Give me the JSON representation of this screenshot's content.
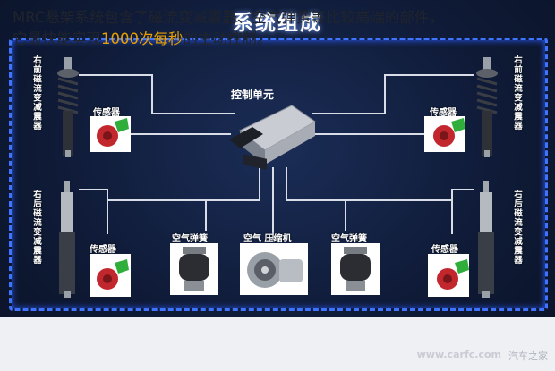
{
  "title": "系统组成",
  "control_unit": "控制单元",
  "labels": {
    "front_left": "右前磁流变减震器",
    "front_right": "右前磁流变减震器",
    "rear_left": "右后磁流变减震器",
    "rear_right": "右后磁流变减震器",
    "sensor_fl": "传感器",
    "sensor_fr": "传感器",
    "sensor_rl": "传感器",
    "sensor_rr": "传感器",
    "air_spring_left": "空气弹簧",
    "air_spring_right": "空气弹簧",
    "compressor": "空气 压缩机"
  },
  "caption": {
    "line1": "MRC悬架系统包含了磁流变减震器、空气弹簧等比较高端的部件，",
    "line2_pre": "它最快能实现",
    "line2_highlight": "1000次每秒",
    "line2_post": "的主动控制。"
  },
  "watermark": "www.carfc.com",
  "watermark2": "汽车之家",
  "colors": {
    "frame": "#3f74ff",
    "wire": "#d8dde8",
    "highlight": "#e8a000",
    "sensor_red": "#c2272d",
    "sensor_green": "#2fae3c"
  }
}
